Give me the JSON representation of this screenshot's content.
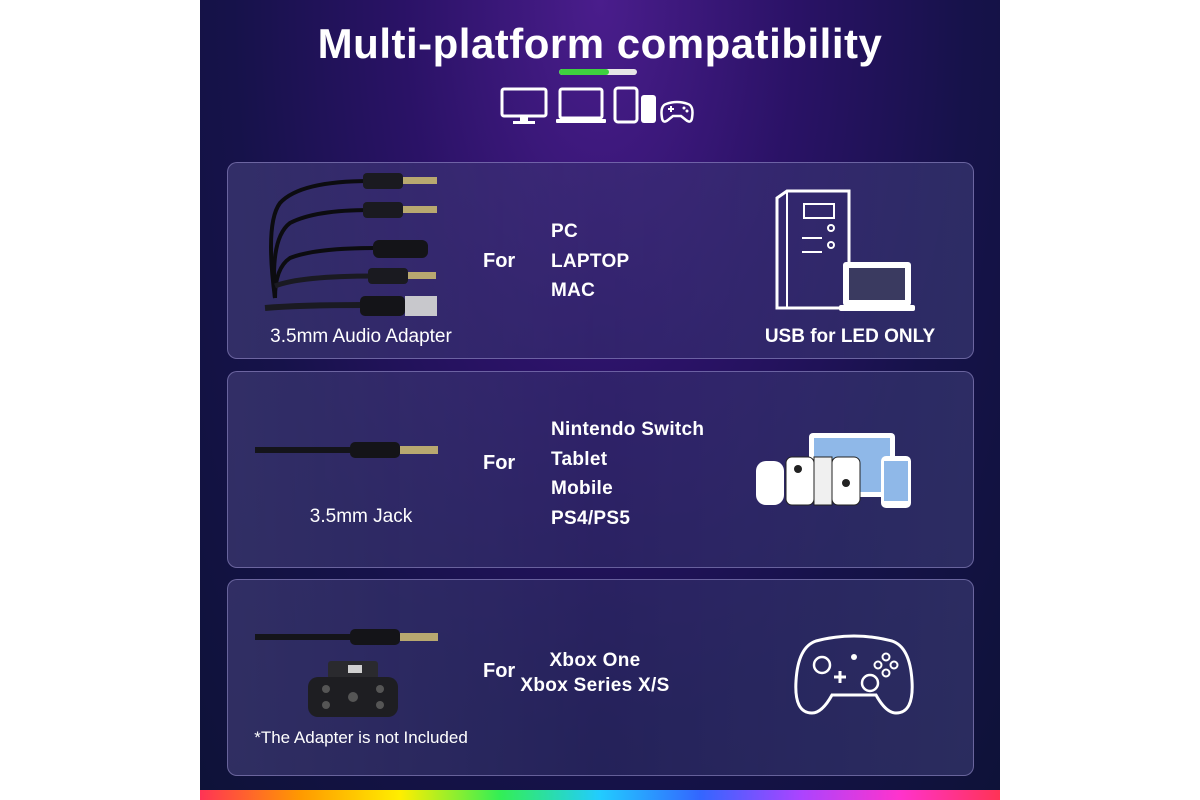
{
  "title": "Multi-platform compatibility",
  "title_underline": {
    "progress": 0.64,
    "active_color": "#3fd13f",
    "track_color": "#e6e6e6"
  },
  "device_icons": [
    "monitor-icon",
    "laptop-icon",
    "tablet-icon",
    "phone-icon",
    "gamepad-icon"
  ],
  "rows": [
    {
      "cable_label": "3.5mm Audio Adapter",
      "for_label": "For",
      "platforms": [
        "PC",
        "LAPTOP",
        "MAC"
      ],
      "caption": "USB for LED ONLY",
      "icons": [
        "audio-adapter-cable-icon",
        "pc-tower-icon",
        "laptop-icon"
      ]
    },
    {
      "cable_label": "3.5mm Jack",
      "for_label": "For",
      "platforms": [
        "Nintendo Switch",
        "Tablet",
        "Mobile",
        "PS4/PS5"
      ],
      "icons": [
        "jack-cable-icon",
        "switch-console-icon",
        "tablet-icon",
        "phone-icon"
      ]
    },
    {
      "cable_label": "*The Adapter is not Included",
      "for_label": "For",
      "platforms": [
        "Xbox One",
        "Xbox Series X/S"
      ],
      "icons": [
        "jack-cable-icon",
        "xbox-stereo-adapter-icon",
        "xbox-controller-icon"
      ]
    }
  ],
  "colors": {
    "background_top": "#4a1d8c",
    "background_bottom": "#0e1238",
    "text": "#ffffff",
    "accent": "#3fd13f"
  }
}
